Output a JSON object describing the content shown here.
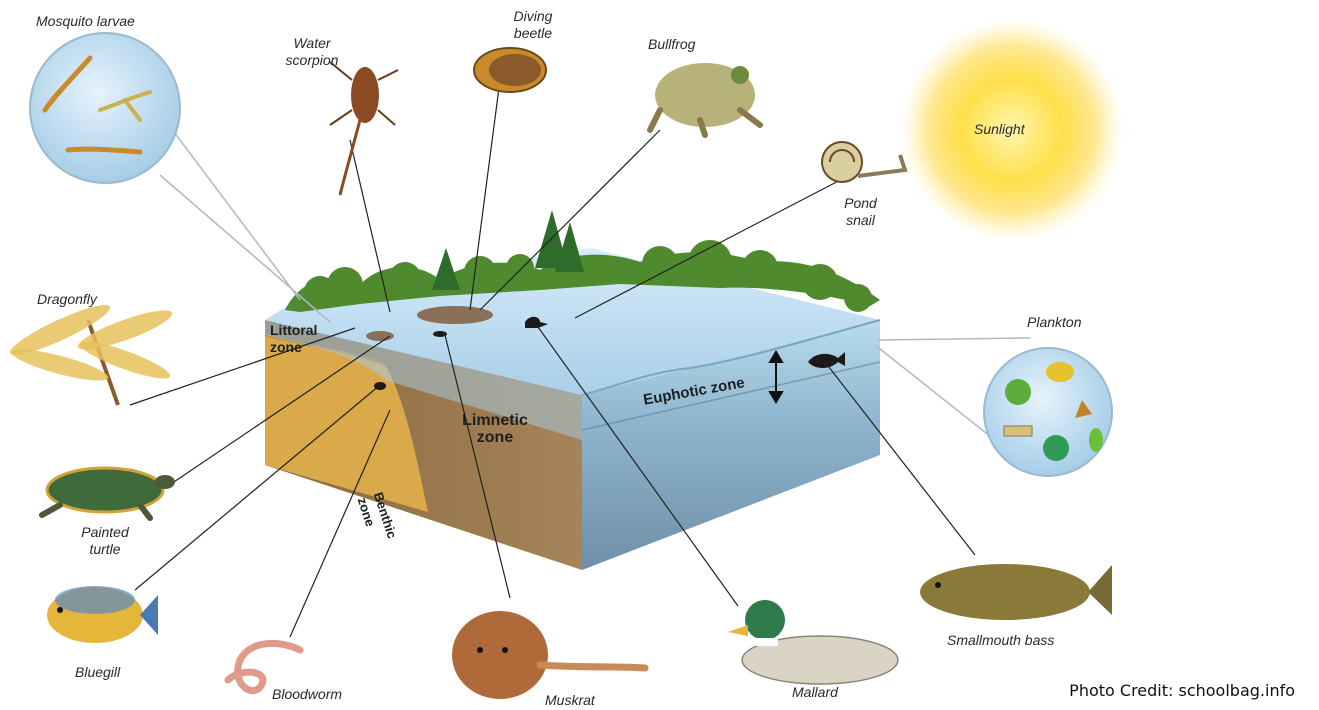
{
  "organisms": {
    "mosquito_larvae": "Mosquito larvae",
    "water_scorpion": "Water scorpion",
    "diving_beetle": "Diving beetle",
    "bullfrog": "Bullfrog",
    "pond_snail": "Pond snail",
    "dragonfly": "Dragonfly",
    "plankton": "Plankton",
    "painted_turtle": "Painted turtle",
    "bluegill": "Bluegill",
    "bloodworm": "Bloodworm",
    "muskrat": "Muskrat",
    "mallard": "Mallard",
    "smallmouth_bass": "Smallmouth bass"
  },
  "zones": {
    "littoral": "Littoral zone",
    "limnetic": "Limnetic zone",
    "benthic": "Benthic zone",
    "euphotic": "Euphotic zone"
  },
  "sunlight": "Sunlight",
  "credit": "Photo Credit: schoolbag.info",
  "colors": {
    "water": "#bcdaf0",
    "sediment": "#d9a94a",
    "soil": "#8a6a3e",
    "deep_water": "#7d9ab0",
    "vegetation": "#4f8a2e",
    "sun": "#ffd63a"
  }
}
